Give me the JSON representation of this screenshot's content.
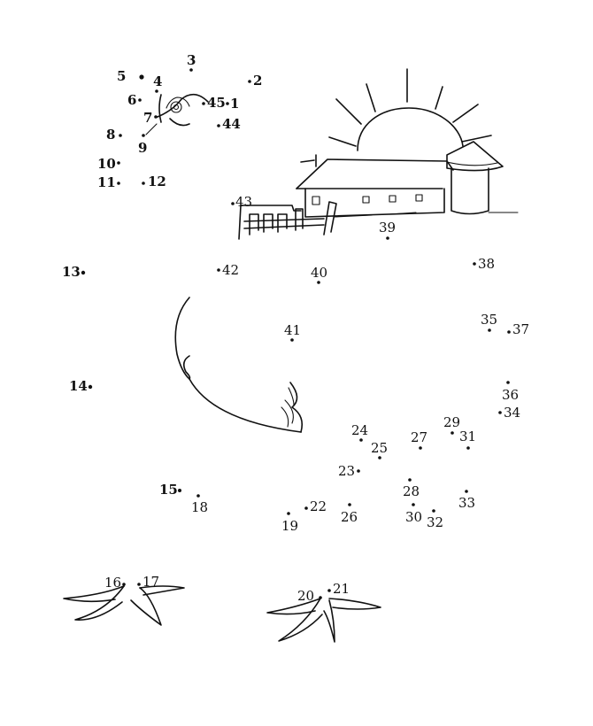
{
  "puzzle": {
    "points": [
      {
        "label": "1"
      },
      {
        "label": "2"
      },
      {
        "label": "3"
      },
      {
        "label": "4"
      },
      {
        "label": "5"
      },
      {
        "label": "6"
      },
      {
        "label": "7"
      },
      {
        "label": "8"
      },
      {
        "label": "9"
      },
      {
        "label": "10"
      },
      {
        "label": "11"
      },
      {
        "label": "12"
      },
      {
        "label": "13"
      },
      {
        "label": "14"
      },
      {
        "label": "15"
      },
      {
        "label": "16"
      },
      {
        "label": "17"
      },
      {
        "label": "18"
      },
      {
        "label": "19"
      },
      {
        "label": "20"
      },
      {
        "label": "21"
      },
      {
        "label": "22"
      },
      {
        "label": "23"
      },
      {
        "label": "24"
      },
      {
        "label": "25"
      },
      {
        "label": "26"
      },
      {
        "label": "27"
      },
      {
        "label": "28"
      },
      {
        "label": "29"
      },
      {
        "label": "30"
      },
      {
        "label": "31"
      },
      {
        "label": "32"
      },
      {
        "label": "33"
      },
      {
        "label": "34"
      },
      {
        "label": "35"
      },
      {
        "label": "36"
      },
      {
        "label": "37"
      },
      {
        "label": "38"
      },
      {
        "label": "39"
      },
      {
        "label": "40"
      },
      {
        "label": "41"
      },
      {
        "label": "42"
      },
      {
        "label": "43"
      },
      {
        "label": "44"
      },
      {
        "label": "45"
      }
    ]
  }
}
